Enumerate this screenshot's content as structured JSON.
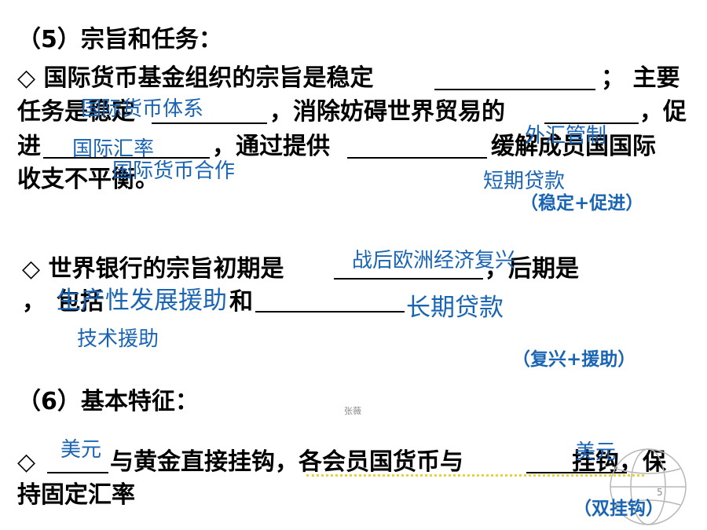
{
  "section5": {
    "heading": "（5）宗旨和任务：",
    "imf": {
      "line1_a": "◇ 国际货币基金组织的宗旨是稳定",
      "line1_b": "； 主要",
      "line2_a": "任务是稳定",
      "line2_b": "，消除妨碍世界贸易的",
      "line2_c": "，促",
      "line3_a": "进",
      "line3_b": "，通过提供",
      "line3_c": "缓解成员国国际",
      "line4": "收支不平衡。",
      "answers": {
        "monetary_system": "国际货币体系",
        "fx_control": "外汇管制",
        "exchange_rate": "国际汇率",
        "cooperation": "国际货币合作",
        "short_loan": "短期贷款"
      },
      "hint": "（稳定+促进）"
    },
    "wb": {
      "line1_a": "◇ 世界银行的宗旨初期是",
      "line1_b": "，后期是",
      "line2_a": "，",
      "line2_b": "包括",
      "line2_c": "和",
      "answers": {
        "recovery": "战后欧洲经济复兴",
        "productive": "生产性发展援助",
        "long_loan": "长期贷款",
        "tech_aid": "技术援助"
      },
      "hint": "（复兴+援助）"
    }
  },
  "section6": {
    "heading": "（6）基本特征：",
    "line1_a": "◇",
    "line1_b": "与黄金直接挂钩，各会员国货币与",
    "line1_c": "挂钩，保",
    "line2": "持固定汇率",
    "answers": {
      "usd_a": "美元",
      "usd_b": "美元"
    },
    "hint": "（双挂钩）"
  },
  "footer": {
    "author": "张薇",
    "page_number": "5"
  }
}
